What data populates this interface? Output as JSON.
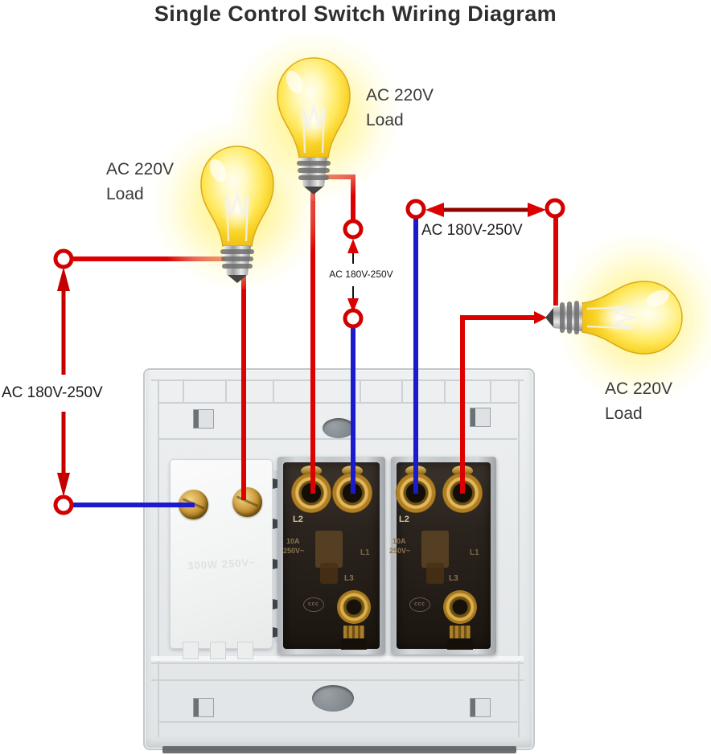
{
  "title": "Single Control Switch Wiring Diagram",
  "loads": {
    "top": {
      "line1": "AC 220V",
      "line2": "Load"
    },
    "left": {
      "line1": "AC 220V",
      "line2": "Load"
    },
    "right": {
      "line1": "AC 220V",
      "line2": "Load"
    }
  },
  "voltages": {
    "left": "AC 180V-250V",
    "middle": "AC 180V-250V",
    "right": "AC 180V-250V"
  },
  "switch_markings": {
    "l1": "L1",
    "l2": "L2",
    "l3": "L3",
    "rating_line1": "10A",
    "rating_line2": "250V~",
    "cert": "ccc"
  },
  "module_marking": "300W 250V~",
  "colors": {
    "live_wire": "#dc0100",
    "neutral_wire": "#1b1acd",
    "measure_red": "#c40000",
    "arrow_dark": "#8f0400",
    "terminal_red": "#d20000",
    "panel_gray": "#e9ebec",
    "switch_body": "#2a241f",
    "brass": "#c99a38",
    "text_dark": "#2e2e2e"
  }
}
